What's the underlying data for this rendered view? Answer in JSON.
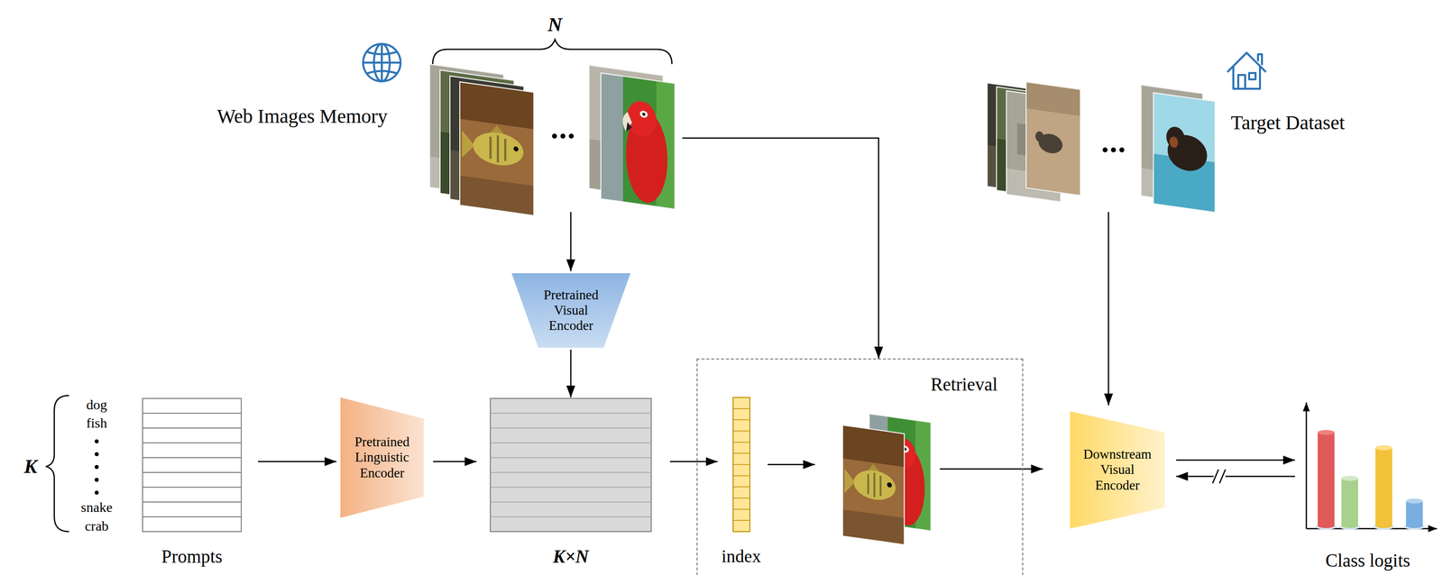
{
  "diagram": {
    "nodes": [
      {
        "text": [
          "Web Images Memory"
        ]
      },
      {
        "text": [
          "Pretrained Visual Encoder"
        ]
      },
      {
        "text": [
          "Prompts"
        ]
      },
      {
        "text": [
          "Pretrained Linguistic Encoder"
        ]
      },
      {
        "text": [
          "K×N"
        ]
      },
      {
        "text": [
          "Retrieval"
        ]
      },
      {
        "text": [
          "index"
        ],
        "in": 5
      },
      {
        "text": [
          "Target Dataset"
        ]
      },
      {
        "text": [
          "Downstream Visual Encoder"
        ]
      },
      {
        "text": [
          "Class logits"
        ]
      }
    ],
    "edges": [
      {
        "from": 0,
        "to": 1,
        "arrow": "to"
      },
      {
        "from": 1,
        "to": 4,
        "arrow": "to"
      },
      {
        "from": 2,
        "to": 3,
        "arrow": "to"
      },
      {
        "from": 3,
        "to": 4,
        "arrow": "to"
      },
      {
        "from": 4,
        "to": 6,
        "arrow": "to"
      },
      {
        "from": 0,
        "to": 5,
        "arrow": "to"
      },
      {
        "from": 5,
        "to": 8,
        "arrow": "to"
      },
      {
        "from": 7,
        "to": 8,
        "arrow": "to"
      },
      {
        "from": 8,
        "to": 9,
        "arrow": "to"
      },
      {
        "from": 9,
        "to": 8,
        "arrow": "to"
      }
    ],
    "labels": [
      "N",
      "K",
      "dog",
      "fish",
      "snake",
      "crab"
    ]
  }
}
